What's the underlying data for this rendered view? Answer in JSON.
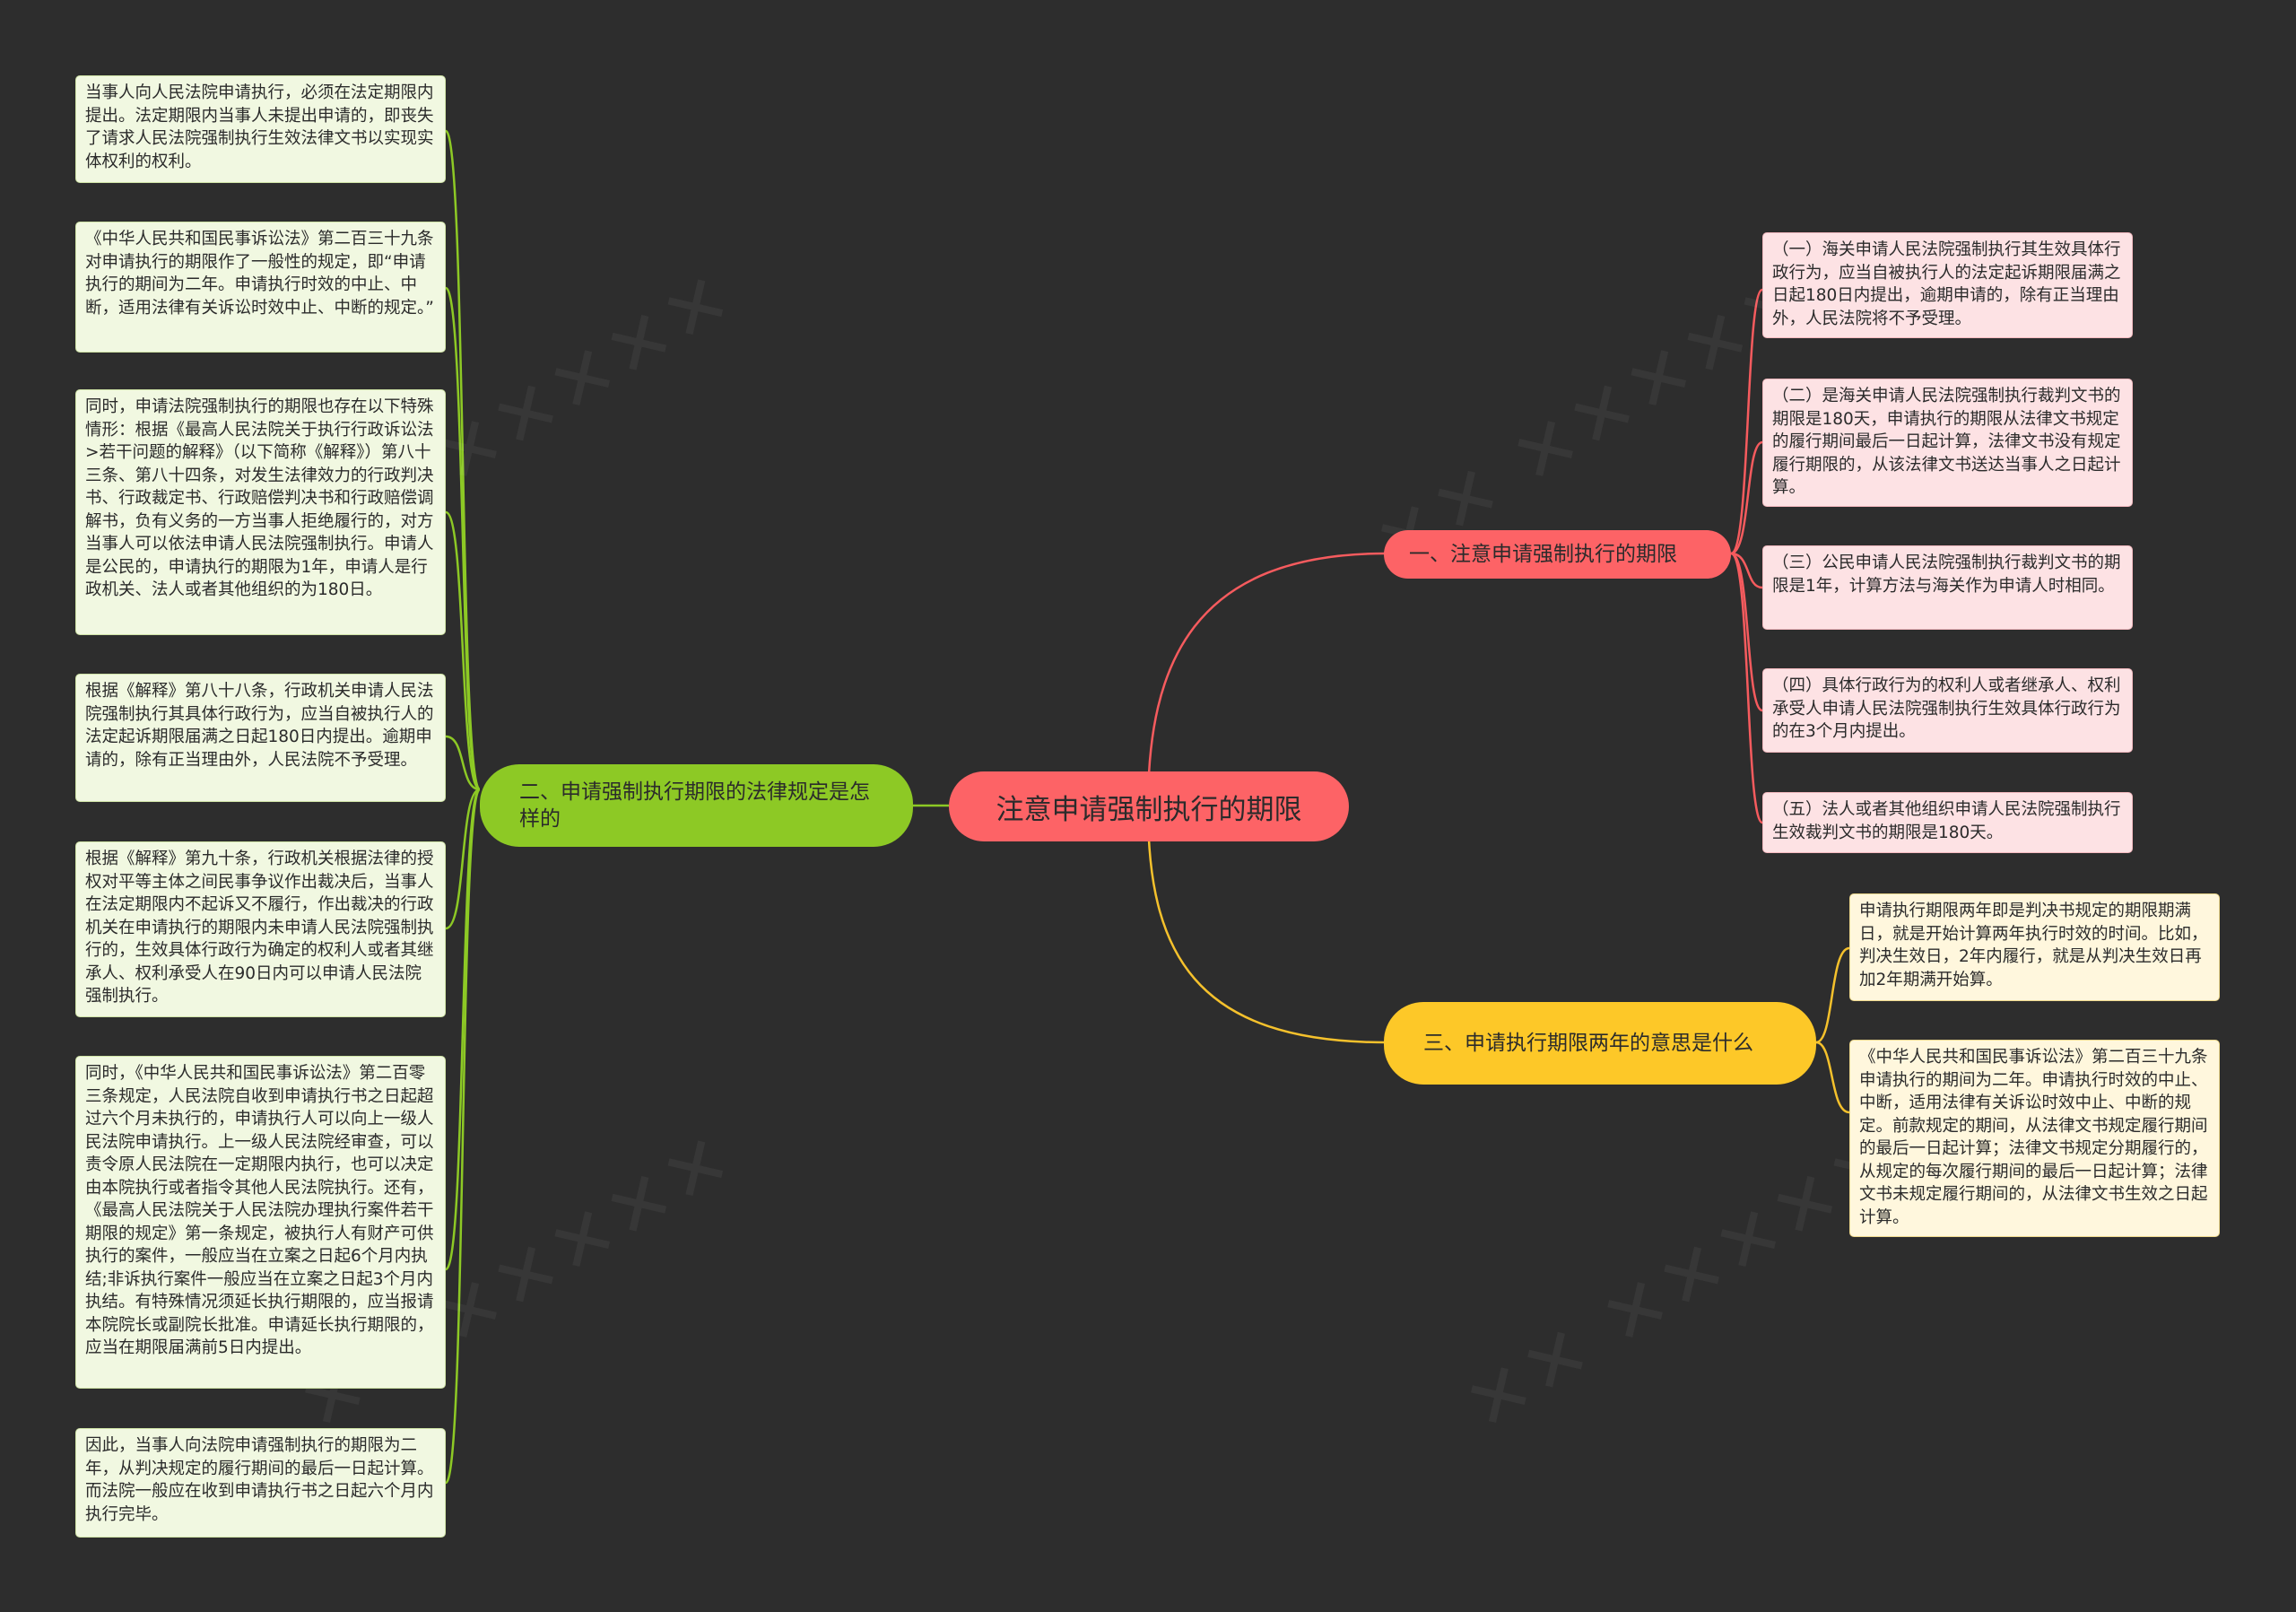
{
  "colors": {
    "background": "#2d2d2d",
    "central": "#fd6366",
    "branch_red": "#fd6366",
    "branch_green": "#8dc925",
    "branch_yellow": "#fdc828",
    "line_red": "#f65b5e",
    "line_green": "#8dc925",
    "line_yellow": "#f5c12c"
  },
  "central": {
    "label": "注意申请强制执行的期限"
  },
  "branches": {
    "b1": {
      "label": "一、注意申请强制执行的期限",
      "leaves": [
        "（一）海关申请人民法院强制执行其生效具体行政行为，应当自被执行人的法定起诉期限届满之日起180日内提出，逾期申请的，除有正当理由外，人民法院将不予受理。",
        "（二）是海关申请人民法院强制执行裁判文书的期限是180天，申请执行的期限从法律文书规定的履行期间最后一日起计算，法律文书没有规定履行期限的，从该法律文书送达当事人之日起计算。",
        "（三）公民申请人民法院强制执行裁判文书的期限是1年，计算方法与海关作为申请人时相同。",
        "（四）具体行政行为的权利人或者继承人、权利承受人申请人民法院强制执行生效具体行政行为的在3个月内提出。",
        "（五）法人或者其他组织申请人民法院强制执行生效裁判文书的期限是180天。"
      ]
    },
    "b2": {
      "label": "二、申请强制执行期限的法律规定是怎样的",
      "leaves": [
        "当事人向人民法院申请执行，必须在法定期限内提出。法定期限内当事人未提出申请的，即丧失了请求人民法院强制执行生效法律文书以实现实体权利的权利。",
        "《中华人民共和国民事诉讼法》第二百三十九条对申请执行的期限作了一般性的规定，即“申请执行的期间为二年。申请执行时效的中止、中断，适用法律有关诉讼时效中止、中断的规定。”",
        "同时，申请法院强制执行的期限也存在以下特殊情形：根据《最高人民法院关于执行行政诉讼法>若干问题的解释》（以下简称《解释》）第八十三条、第八十四条，对发生法律效力的行政判决书、行政裁定书、行政赔偿判决书和行政赔偿调解书，负有义务的一方当事人拒绝履行的，对方当事人可以依法申请人民法院强制执行。申请人是公民的，申请执行的期限为1年，申请人是行政机关、法人或者其他组织的为180日。",
        "根据《解释》第八十八条，行政机关申请人民法院强制执行其具体行政行为，应当自被执行人的法定起诉期限届满之日起180日内提出。逾期申请的，除有正当理由外，人民法院不予受理。",
        "根据《解释》第九十条，行政机关根据法律的授权对平等主体之间民事争议作出裁决后，当事人在法定期限内不起诉又不履行，作出裁决的行政机关在申请执行的期限内未申请人民法院强制执行的，生效具体行政行为确定的权利人或者其继承人、权利承受人在90日内可以申请人民法院强制执行。",
        "同时，《中华人民共和国民事诉讼法》第二百零三条规定，人民法院自收到申请执行书之日起超过六个月未执行的，申请执行人可以向上一级人民法院申请执行。上一级人民法院经审查，可以责令原人民法院在一定期限内执行，也可以决定由本院执行或者指令其他人民法院执行。还有，《最高人民法院关于人民法院办理执行案件若干期限的规定》第一条规定，被执行人有财产可供执行的案件，一般应当在立案之日起6个月内执结;非诉执行案件一般应当在立案之日起3个月内执结。有特殊情况须延长执行期限的，应当报请本院院长或副院长批准。申请延长执行期限的，应当在期限届满前5日内提出。",
        "因此，当事人向法院申请强制执行的期限为二年，从判决规定的履行期间的最后一日起计算。而法院一般应在收到申请执行书之日起六个月内执行完毕。"
      ]
    },
    "b3": {
      "label": "三、申请执行期限两年的意思是什么",
      "leaves": [
        "申请执行期限两年即是判决书规定的期限期满日，就是开始计算两年执行时效的时间。比如，判决生效日，2年内履行，就是从判决生效日再加2年期满开始算。",
        "《中华人民共和国民事诉讼法》第二百三十九条 申请执行的期间为二年。申请执行时效的中止、中断，适用法律有关诉讼时效中止、中断的规定。前款规定的期间，从法律文书规定履行期间的最后一日起计算；法律文书规定分期履行的，从规定的每次履行期间的最后一日起计算；法律文书未规定履行期间的，从法律文书生效之日起计算。"
      ]
    }
  }
}
